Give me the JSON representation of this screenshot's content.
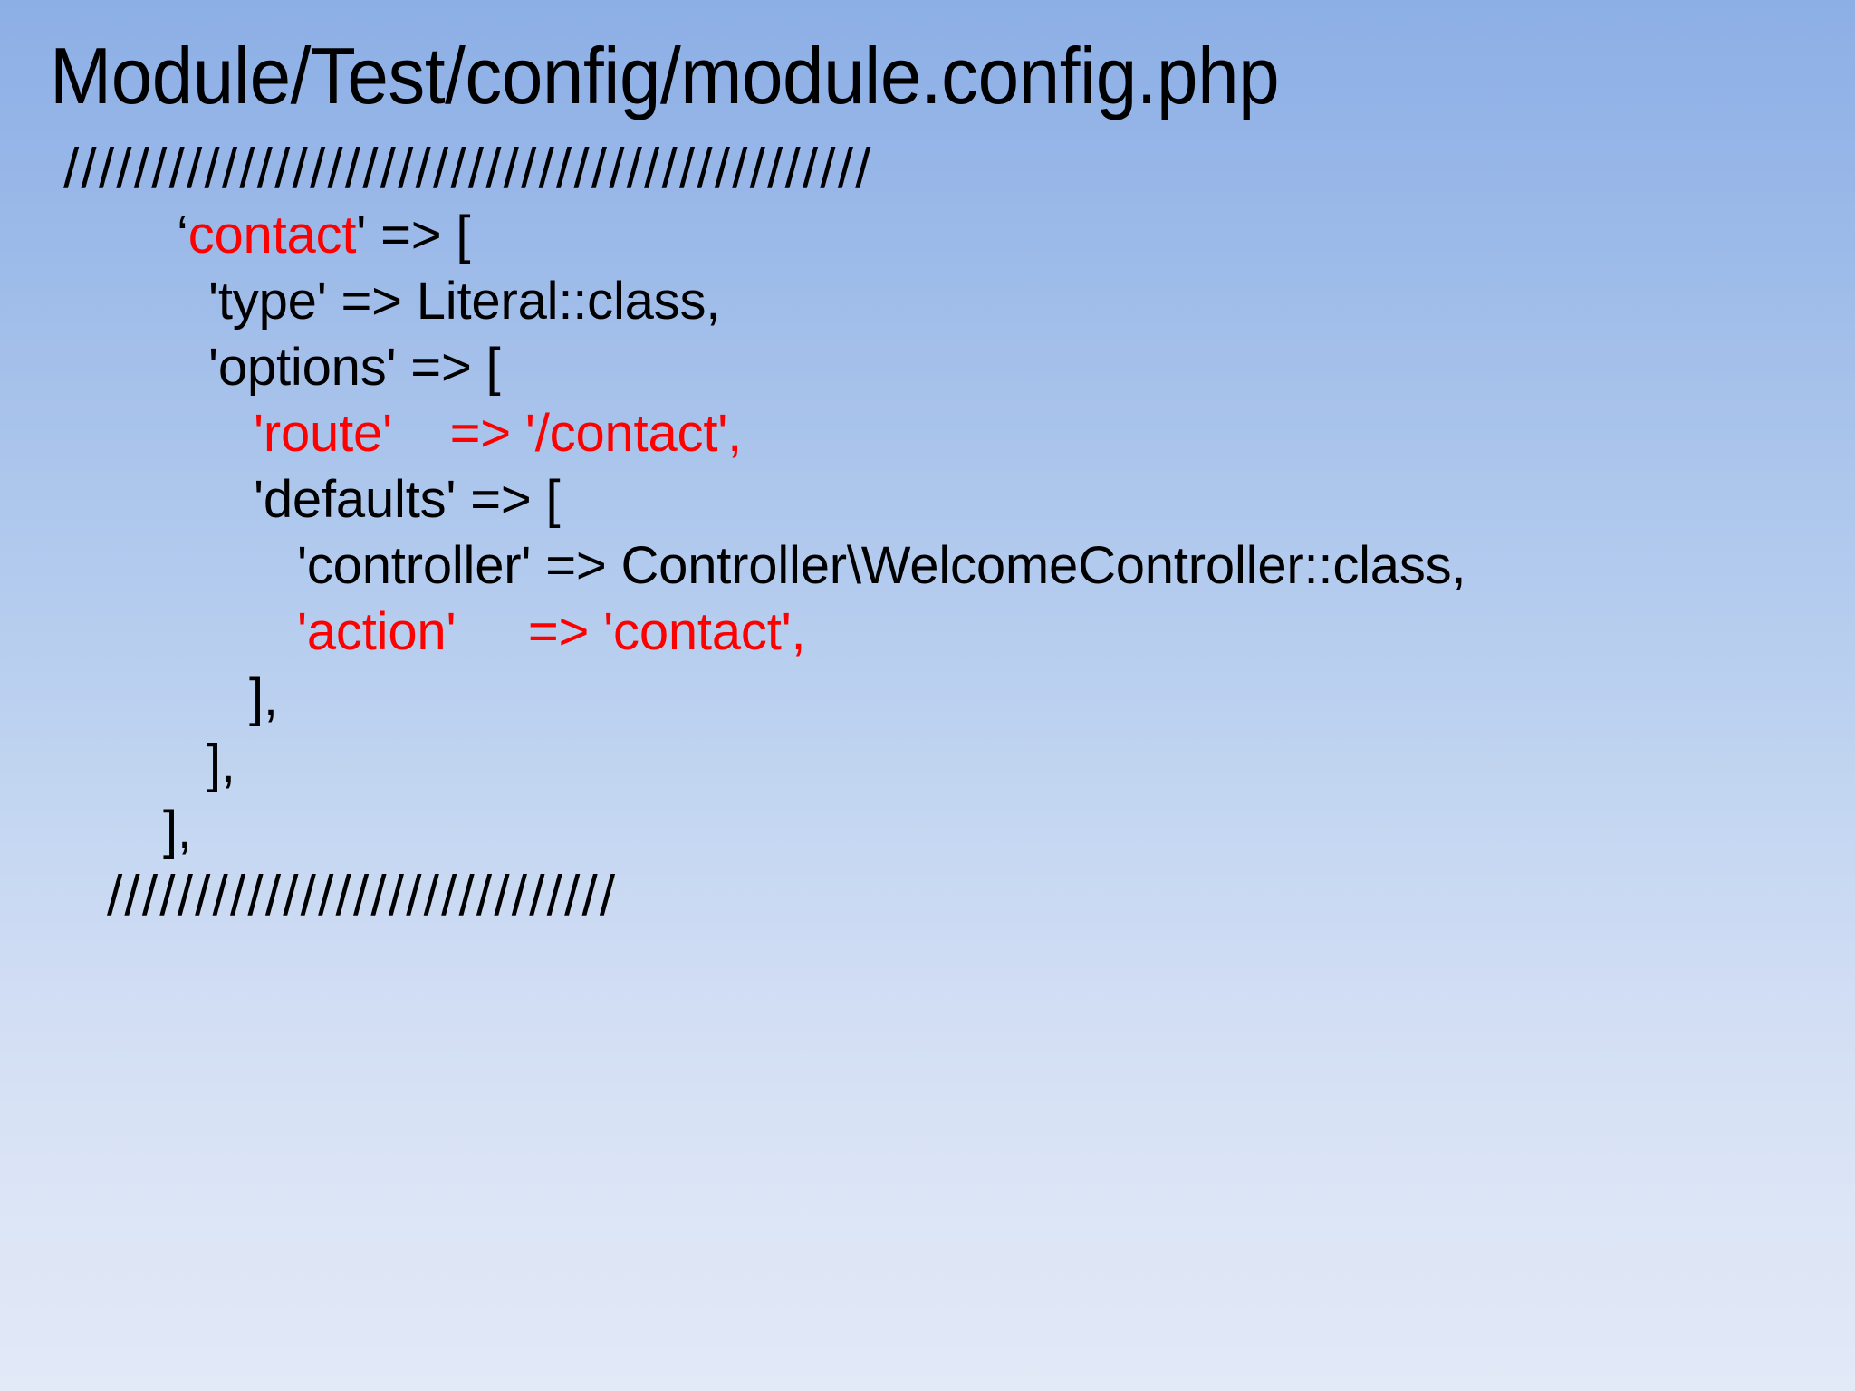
{
  "slide": {
    "title": "Module/Test/config/module.config.php",
    "background": {
      "top_color": "#8cafe6",
      "bottom_color": "#e2e9f7"
    },
    "accent_color": "#ff0000",
    "text_color": "#000000"
  },
  "code": {
    "language": "php",
    "lines": [
      {
        "id": "separator-top",
        "indent": 0,
        "segments": [
          {
            "text": "//////////////////////////////////////////////",
            "color": "#000000"
          }
        ]
      },
      {
        "id": "contact-key",
        "indent": 1,
        "segments": [
          {
            "text": "‘",
            "color": "#000000"
          },
          {
            "text": "contact",
            "color": "#ff0000"
          },
          {
            "text": "' => [",
            "color": "#000000"
          }
        ]
      },
      {
        "id": "type-entry",
        "indent": 2,
        "segments": [
          {
            "text": "'type' => Literal::class,",
            "color": "#000000"
          }
        ]
      },
      {
        "id": "options-key",
        "indent": 2,
        "segments": [
          {
            "text": "'options' => [",
            "color": "#000000"
          }
        ]
      },
      {
        "id": "route-entry",
        "indent": 3,
        "segments": [
          {
            "text": "'route'    => '/contact',",
            "color": "#ff0000"
          }
        ]
      },
      {
        "id": "defaults-key",
        "indent": 3,
        "segments": [
          {
            "text": "'defaults' => [",
            "color": "#000000"
          }
        ]
      },
      {
        "id": "controller-entry",
        "indent": 4,
        "segments": [
          {
            "text": "'controller' => Controller\\WelcomeController::class,",
            "color": "#000000"
          }
        ]
      },
      {
        "id": "action-entry",
        "indent": 4,
        "segments": [
          {
            "text": "'action'     => 'contact',",
            "color": "#ff0000"
          }
        ]
      },
      {
        "id": "close-defaults",
        "indent": 5,
        "segments": [
          {
            "text": "],",
            "color": "#000000"
          }
        ]
      },
      {
        "id": "close-options",
        "indent": 6,
        "segments": [
          {
            "text": "],",
            "color": "#000000"
          }
        ]
      },
      {
        "id": "close-contact",
        "indent": 7,
        "segments": [
          {
            "text": "],",
            "color": "#000000"
          }
        ]
      },
      {
        "id": "separator-bottom",
        "indent": 8,
        "segments": [
          {
            "text": "/////////////////////////////",
            "color": "#000000"
          }
        ]
      }
    ]
  }
}
